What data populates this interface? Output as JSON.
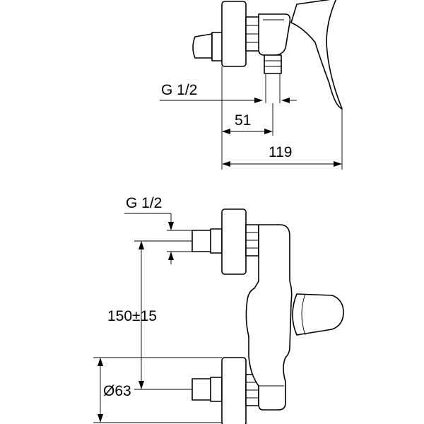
{
  "side_view": {
    "thread_label": "G 1/2",
    "dim_51": "51",
    "dim_119": "119"
  },
  "front_view": {
    "thread_label": "G 1/2",
    "dim_centers": "150±15",
    "dim_rosette": "Ø63"
  },
  "colors": {
    "line": "#000000",
    "background": "#ffffff"
  }
}
